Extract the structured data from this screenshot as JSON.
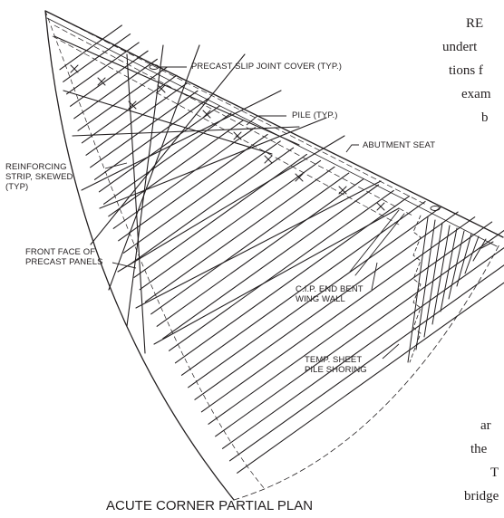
{
  "labels": {
    "slip_joint": "PRECAST SLIP JOINT COVER (TYP.)",
    "pile": "PILE (TYP.)",
    "abutment": "ABUTMENT SEAT",
    "reinforcing": [
      "REINFORCING",
      "STRIP, SKEWED",
      "(TYP)"
    ],
    "front_face": [
      "FRONT FACE OF",
      "PRECAST PANELS"
    ],
    "wing_wall": [
      "C.I.P. END BENT",
      "WING WALL"
    ],
    "sheet_pile": [
      "TEMP. SHEET",
      "PILE SHORING"
    ]
  },
  "caption": "ACUTE CORNER PARTIAL PLAN",
  "side_text": [
    "RE",
    "undert",
    "tions f",
    "exam",
    "b",
    "ar",
    "the",
    "T",
    "bridge"
  ]
}
